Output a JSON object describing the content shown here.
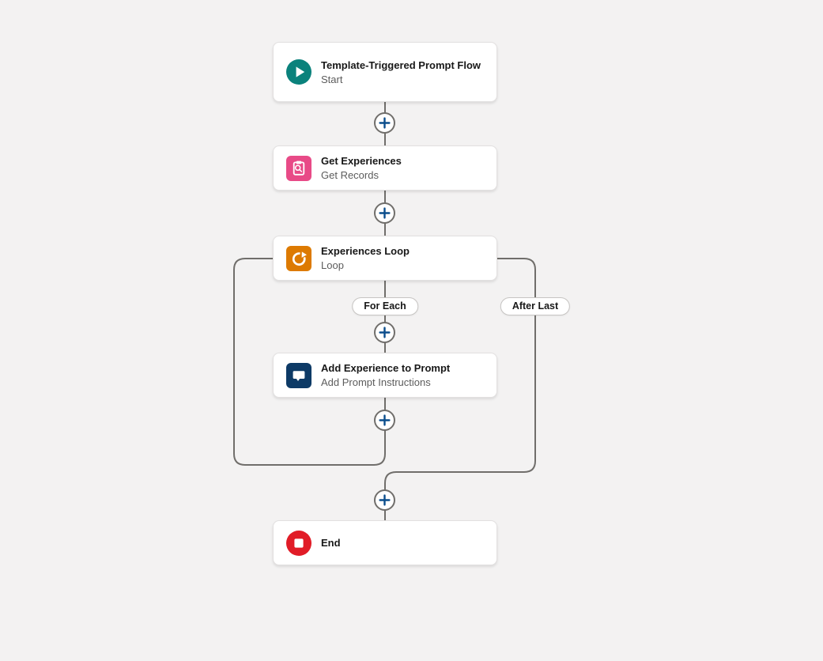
{
  "canvas": {
    "background_color": "#f3f2f2",
    "connector_color": "#706e6b",
    "plus_color": "#0a4d8c"
  },
  "nodes": [
    {
      "title": "Template-Triggered Prompt Flow",
      "subtitle": "Start",
      "icon": "play-icon",
      "icon_color": "#0b827c",
      "element_type": "start"
    },
    {
      "title": "Get Experiences",
      "subtitle": "Get Records",
      "icon": "record-lookup-icon",
      "icon_color": "#e84a87",
      "element_type": "get-records"
    },
    {
      "title": "Experiences Loop",
      "subtitle": "Loop",
      "icon": "loop-icon",
      "icon_color": "#dd7a01",
      "element_type": "loop"
    },
    {
      "title": "Add Experience to Prompt",
      "subtitle": "Add Prompt Instructions",
      "icon": "prompt-instructions-icon",
      "icon_color": "#0d3a66",
      "element_type": "add-prompt-instructions"
    },
    {
      "title": "End",
      "icon": "stop-icon",
      "icon_color": "#e11c27",
      "element_type": "end"
    }
  ],
  "branch_labels": {
    "for_each": "For Each",
    "after_last": "After Last"
  }
}
